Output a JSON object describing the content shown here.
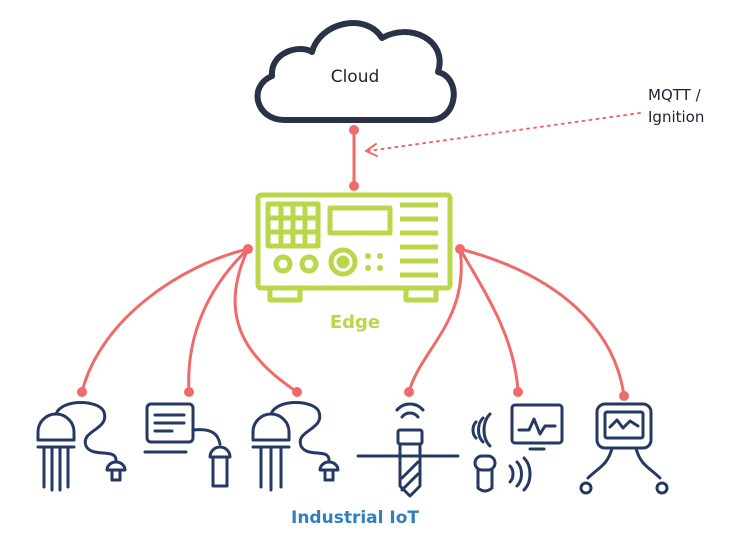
{
  "nodes": {
    "cloud": {
      "label": "Cloud"
    },
    "edge": {
      "label": "Edge"
    },
    "iot": {
      "label": "Industrial IoT"
    }
  },
  "annotation": {
    "line1": "MQTT /",
    "line2": "Ignition"
  },
  "icons": [
    "soil-probe-sensor-icon",
    "display-sensor-icon",
    "soil-probe-sensor-2-icon",
    "wireless-flow-meter-icon",
    "monitor-transmitter-icon",
    "pressure-gauge-icon"
  ],
  "colors": {
    "connector": "#f06a6a",
    "edge": "#b8d84a",
    "iot": "#2f7fc1",
    "icon_stroke": "#253a63",
    "cloud_stroke": "#2b3147",
    "text_dark": "#1e2233"
  }
}
